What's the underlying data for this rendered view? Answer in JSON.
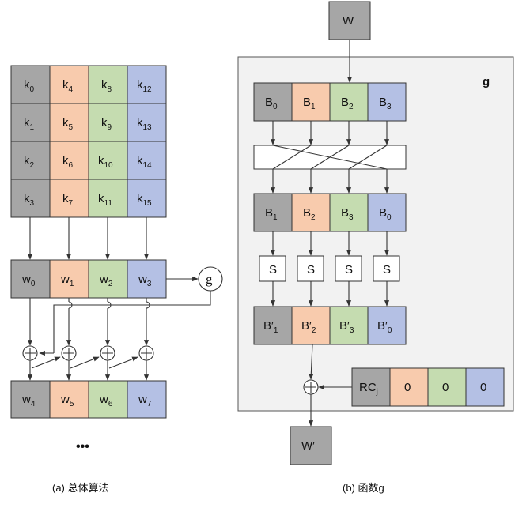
{
  "colors": {
    "gray": "#a6a6a6",
    "peach": "#f8cbad",
    "green": "#c5dcb0",
    "blue": "#b4c0e4",
    "panel": "#f2f2f2"
  },
  "left": {
    "key_grid": [
      [
        "k",
        "0"
      ],
      [
        "k",
        "4"
      ],
      [
        "k",
        "8"
      ],
      [
        "k",
        "12"
      ],
      [
        "k",
        "1"
      ],
      [
        "k",
        "5"
      ],
      [
        "k",
        "9"
      ],
      [
        "k",
        "13"
      ],
      [
        "k",
        "2"
      ],
      [
        "k",
        "6"
      ],
      [
        "k",
        "10"
      ],
      [
        "k",
        "14"
      ],
      [
        "k",
        "3"
      ],
      [
        "k",
        "7"
      ],
      [
        "k",
        "11"
      ],
      [
        "k",
        "15"
      ]
    ],
    "w_row1": [
      [
        "w",
        "0"
      ],
      [
        "w",
        "1"
      ],
      [
        "w",
        "2"
      ],
      [
        "w",
        "3"
      ]
    ],
    "w_row2": [
      [
        "w",
        "4"
      ],
      [
        "w",
        "5"
      ],
      [
        "w",
        "6"
      ],
      [
        "w",
        "7"
      ]
    ],
    "g_circle": "g",
    "xor_symbol": "+",
    "ellipsis": "•••",
    "caption": "(a) 总体算法"
  },
  "right": {
    "input": "W",
    "output": "W′",
    "panel_label": "g",
    "b_row1": [
      [
        "B",
        "0"
      ],
      [
        "B",
        "1"
      ],
      [
        "B",
        "2"
      ],
      [
        "B",
        "3"
      ]
    ],
    "b_row2": [
      [
        "B",
        "1"
      ],
      [
        "B",
        "2"
      ],
      [
        "B",
        "3"
      ],
      [
        "B",
        "0"
      ]
    ],
    "s_boxes": [
      "S",
      "S",
      "S",
      "S"
    ],
    "b_row3": [
      [
        "B′",
        "1"
      ],
      [
        "B′",
        "2"
      ],
      [
        "B′",
        "3"
      ],
      [
        "B′",
        "0"
      ]
    ],
    "xor_symbol": "+",
    "rc_row": [
      [
        "RC",
        "j"
      ],
      [
        "0",
        ""
      ],
      [
        "0",
        ""
      ],
      [
        "0",
        ""
      ]
    ],
    "caption": "(b) 函数g"
  }
}
